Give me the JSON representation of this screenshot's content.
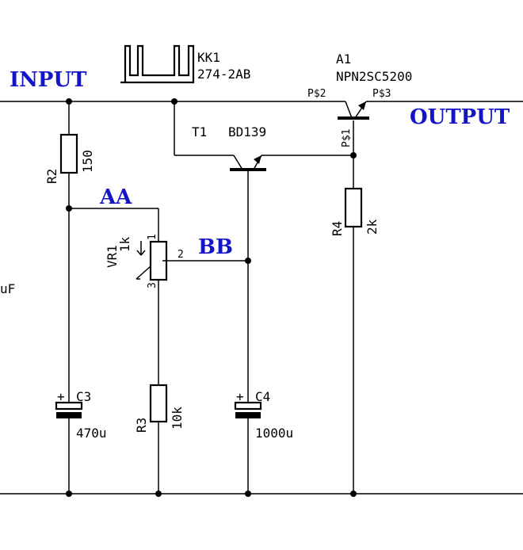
{
  "heatsink": {
    "ref": "KK1",
    "value": "274-2AB"
  },
  "a1": {
    "ref": "A1",
    "value": "NPN2SC5200",
    "pin_b": "P$2",
    "pin_e": "P$3",
    "pin_c": "P$1"
  },
  "t1": {
    "ref": "T1",
    "value": "BD139"
  },
  "r2": {
    "ref": "R2",
    "value": "150"
  },
  "vr1": {
    "ref": "VR1",
    "value": "1k",
    "pin1": "1",
    "pin2": "2",
    "pin3": "3"
  },
  "r3": {
    "ref": "R3",
    "value": "10k"
  },
  "r4": {
    "ref": "R4",
    "value": "2k"
  },
  "c3": {
    "ref": "C3",
    "value": "470u",
    "plus": "+"
  },
  "c4": {
    "ref": "C4",
    "value": "1000u",
    "plus": "+"
  },
  "offscreen_label": "uF",
  "nets": {
    "input": "INPUT",
    "output": "OUTPUT",
    "aa": "AA",
    "bb": "BB"
  },
  "colors": {
    "wire": "#000000",
    "net_label": "#1414c8"
  }
}
